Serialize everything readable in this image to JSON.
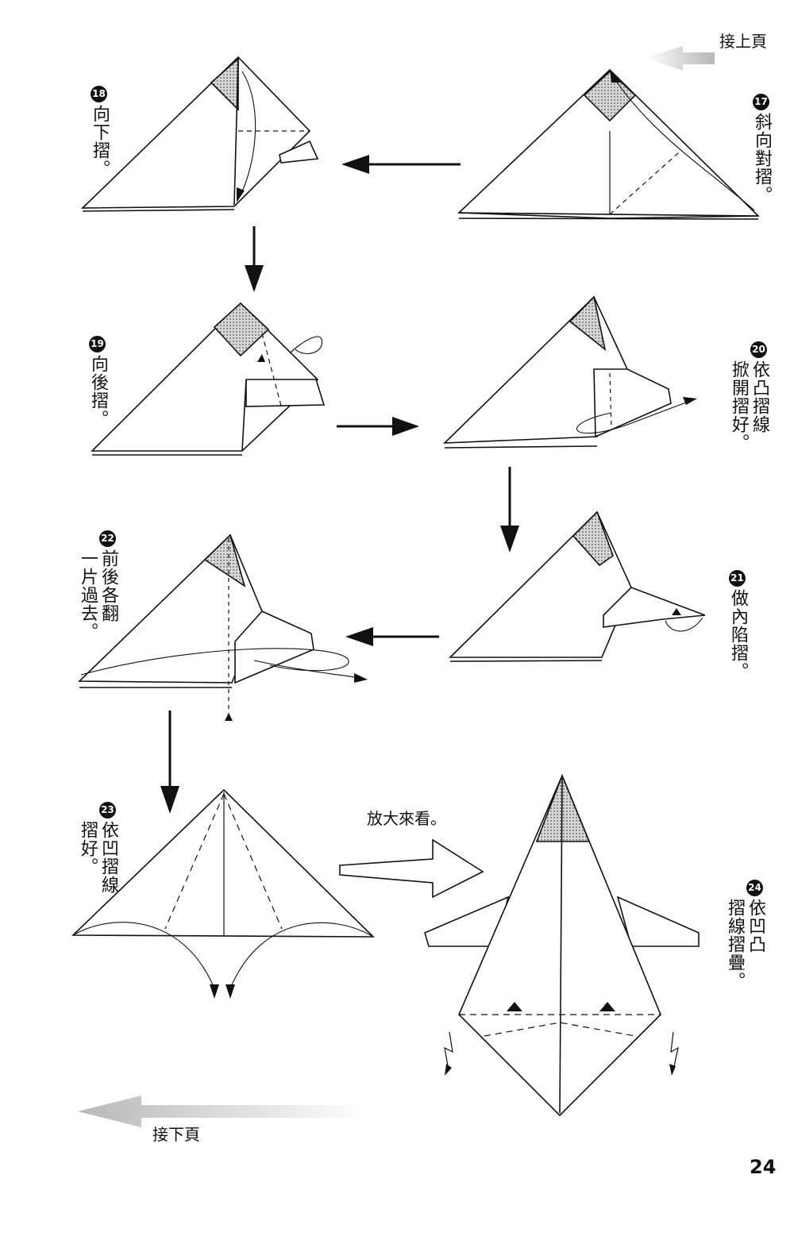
{
  "nav": {
    "prev_label": "接上頁",
    "next_label": "接下頁"
  },
  "zoom_label": "放大來看。",
  "page_number": "24",
  "steps": [
    {
      "number": "17",
      "lines": [
        "斜向對摺。"
      ]
    },
    {
      "number": "18",
      "lines": [
        "向下摺。"
      ]
    },
    {
      "number": "19",
      "lines": [
        "向後摺。"
      ]
    },
    {
      "number": "20",
      "lines": [
        "依凸摺線",
        "掀開摺好。"
      ]
    },
    {
      "number": "21",
      "lines": [
        "做內陷摺。"
      ]
    },
    {
      "number": "22",
      "lines": [
        "前後各翻",
        "一片過去。"
      ]
    },
    {
      "number": "23",
      "lines": [
        "依凹摺線",
        "摺好。"
      ]
    },
    {
      "number": "24",
      "lines": [
        "依凹凸",
        "摺線摺疊。"
      ]
    }
  ]
}
